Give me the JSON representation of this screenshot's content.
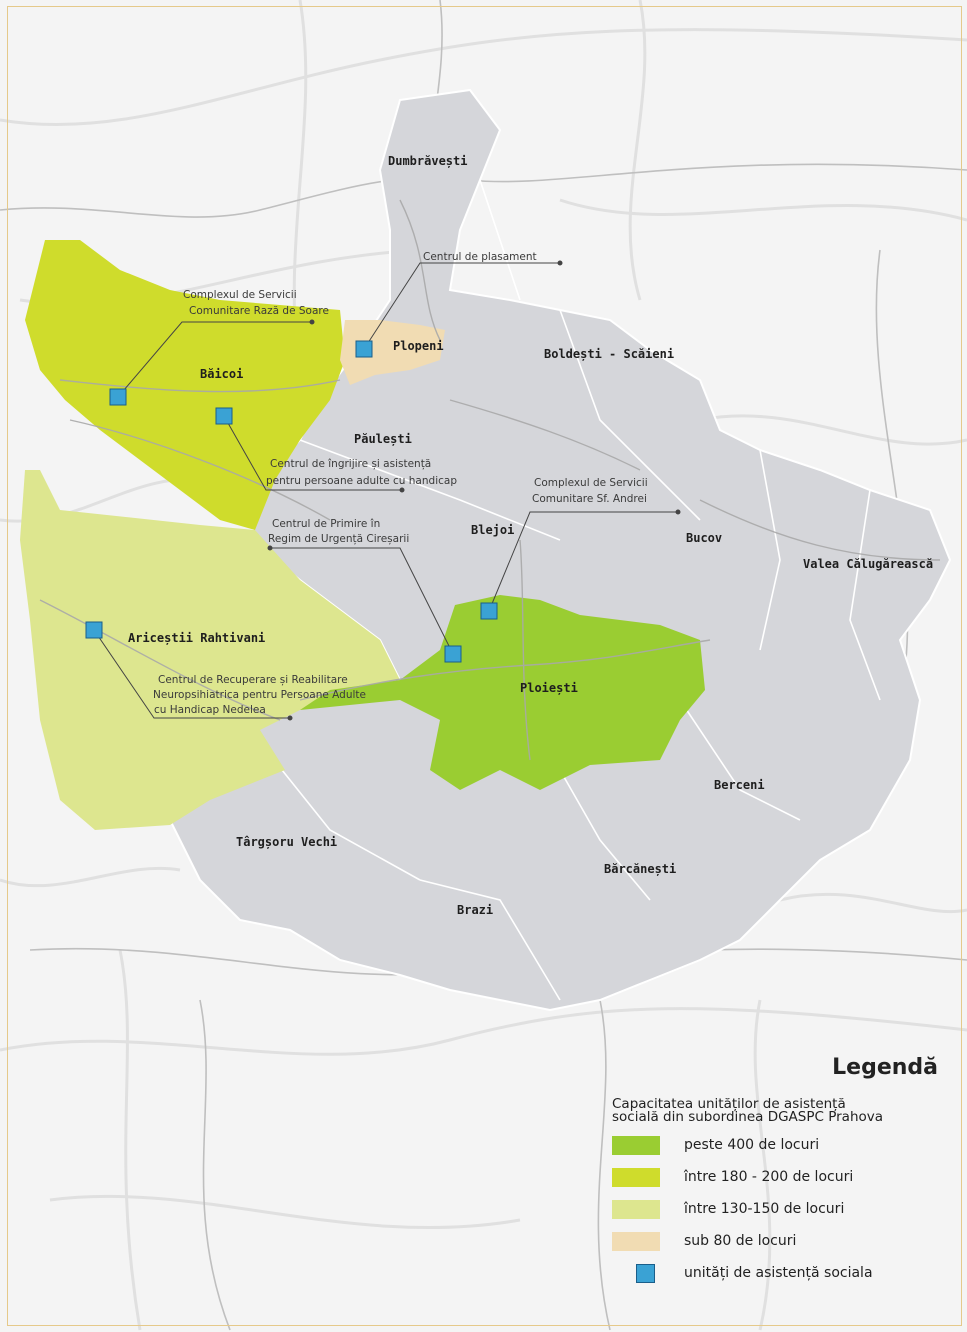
{
  "places": [
    {
      "id": "dumbravesti",
      "name": "Dumbrăvești"
    },
    {
      "id": "ploopeni",
      "name": "Plopeni"
    },
    {
      "id": "boldesti",
      "name": "Boldești - Scăieni"
    },
    {
      "id": "baicoi",
      "name": "Băicoi"
    },
    {
      "id": "paulesti",
      "name": "Păulești"
    },
    {
      "id": "blejoi",
      "name": "Blejoi"
    },
    {
      "id": "bucov",
      "name": "Bucov"
    },
    {
      "id": "valea",
      "name": "Valea Călugărească"
    },
    {
      "id": "aricestii",
      "name": "Ariceștii  Rahtivani"
    },
    {
      "id": "ploiesti",
      "name": "Ploiești"
    },
    {
      "id": "berceni",
      "name": "Berceni"
    },
    {
      "id": "targsoru",
      "name": "Târgșoru Vechi"
    },
    {
      "id": "barcanesti",
      "name": "Bărcănești"
    },
    {
      "id": "brazi",
      "name": "Brazi"
    }
  ],
  "callouts": [
    {
      "id": "plasament",
      "lines": [
        "Centrul de plasament"
      ]
    },
    {
      "id": "raza",
      "lines": [
        "Complexul de Servicii",
        "Comunitare Rază de Soare"
      ]
    },
    {
      "id": "ingrijire",
      "lines": [
        "Centrul de îngrijire și asistență",
        "pentru persoane adulte cu handicap"
      ]
    },
    {
      "id": "andrei",
      "lines": [
        "Complexul de Servicii",
        "Comunitare Sf. Andrei"
      ]
    },
    {
      "id": "ciresarii",
      "lines": [
        "Centrul de Primire în",
        "Regim de Urgență Cireșarii"
      ]
    },
    {
      "id": "nedelea",
      "lines": [
        "Centrul de Recuperare și Reabilitare",
        "Neuropsihiatrica pentru Persoane Adulte",
        "cu Handicap Nedelea"
      ]
    }
  ],
  "legend": {
    "title": "Legendă",
    "subtitle_line1": "Capacitatea unităților de asistență",
    "subtitle_line2": "socială din subordinea DGASPC Prahova",
    "items": [
      {
        "label": "peste 400 de locuri",
        "color": "#9acd32"
      },
      {
        "label": "între 180 - 200 de locuri",
        "color": "#cfdc2c"
      },
      {
        "label": "între 130-150 de locuri",
        "color": "#dde68f"
      },
      {
        "label": "sub 80 de locuri",
        "color": "#f1dcb3"
      },
      {
        "label": "unități de asistență sociala",
        "color": "#3aa2d4"
      }
    ]
  },
  "colors": {
    "county_base": "#d5d6da",
    "over400": "#9acd32",
    "r180_200": "#cfdc2c",
    "r130_150": "#dde68f",
    "under80": "#f1dcb3",
    "unit_marker": "#3aa2d4"
  },
  "icons": {
    "unit_marker": "square-marker-icon"
  }
}
